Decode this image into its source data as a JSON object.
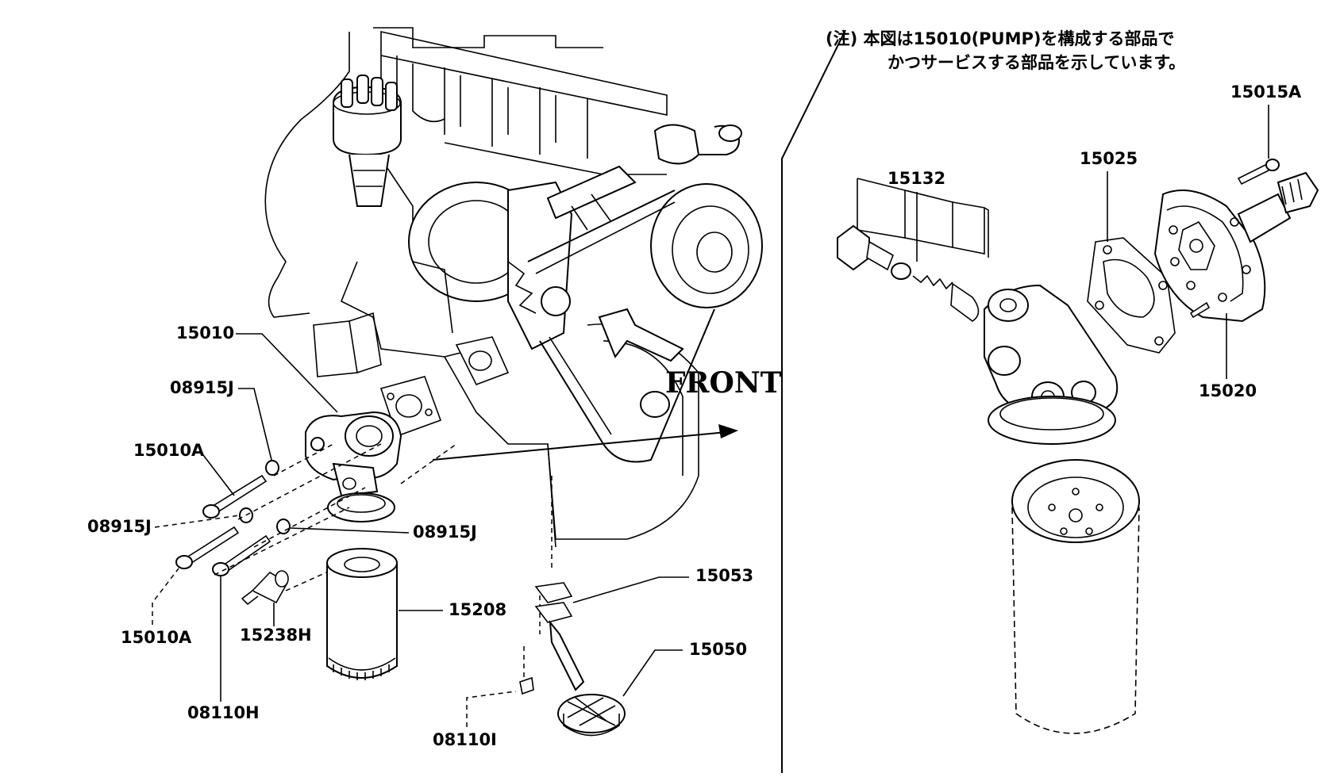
{
  "note": {
    "line1": "(注) 本図は15010(PUMP)を構成する部品で",
    "line2": "かつサービスする部品を示しています。"
  },
  "front_label": "FRONT",
  "labels": {
    "p15010": "15010",
    "p08915J_top": "08915J",
    "p15010A_top": "15010A",
    "p08915J_left": "08915J",
    "p08915J_right": "08915J",
    "p15010A_bottom": "15010A",
    "p15238H": "15238H",
    "p08110H": "08110H",
    "p15208": "15208",
    "p15053": "15053",
    "p15050": "15050",
    "p08110I": "08110I",
    "p15015A": "15015A",
    "p15025": "15025",
    "p15132": "15132",
    "p15020": "15020"
  }
}
